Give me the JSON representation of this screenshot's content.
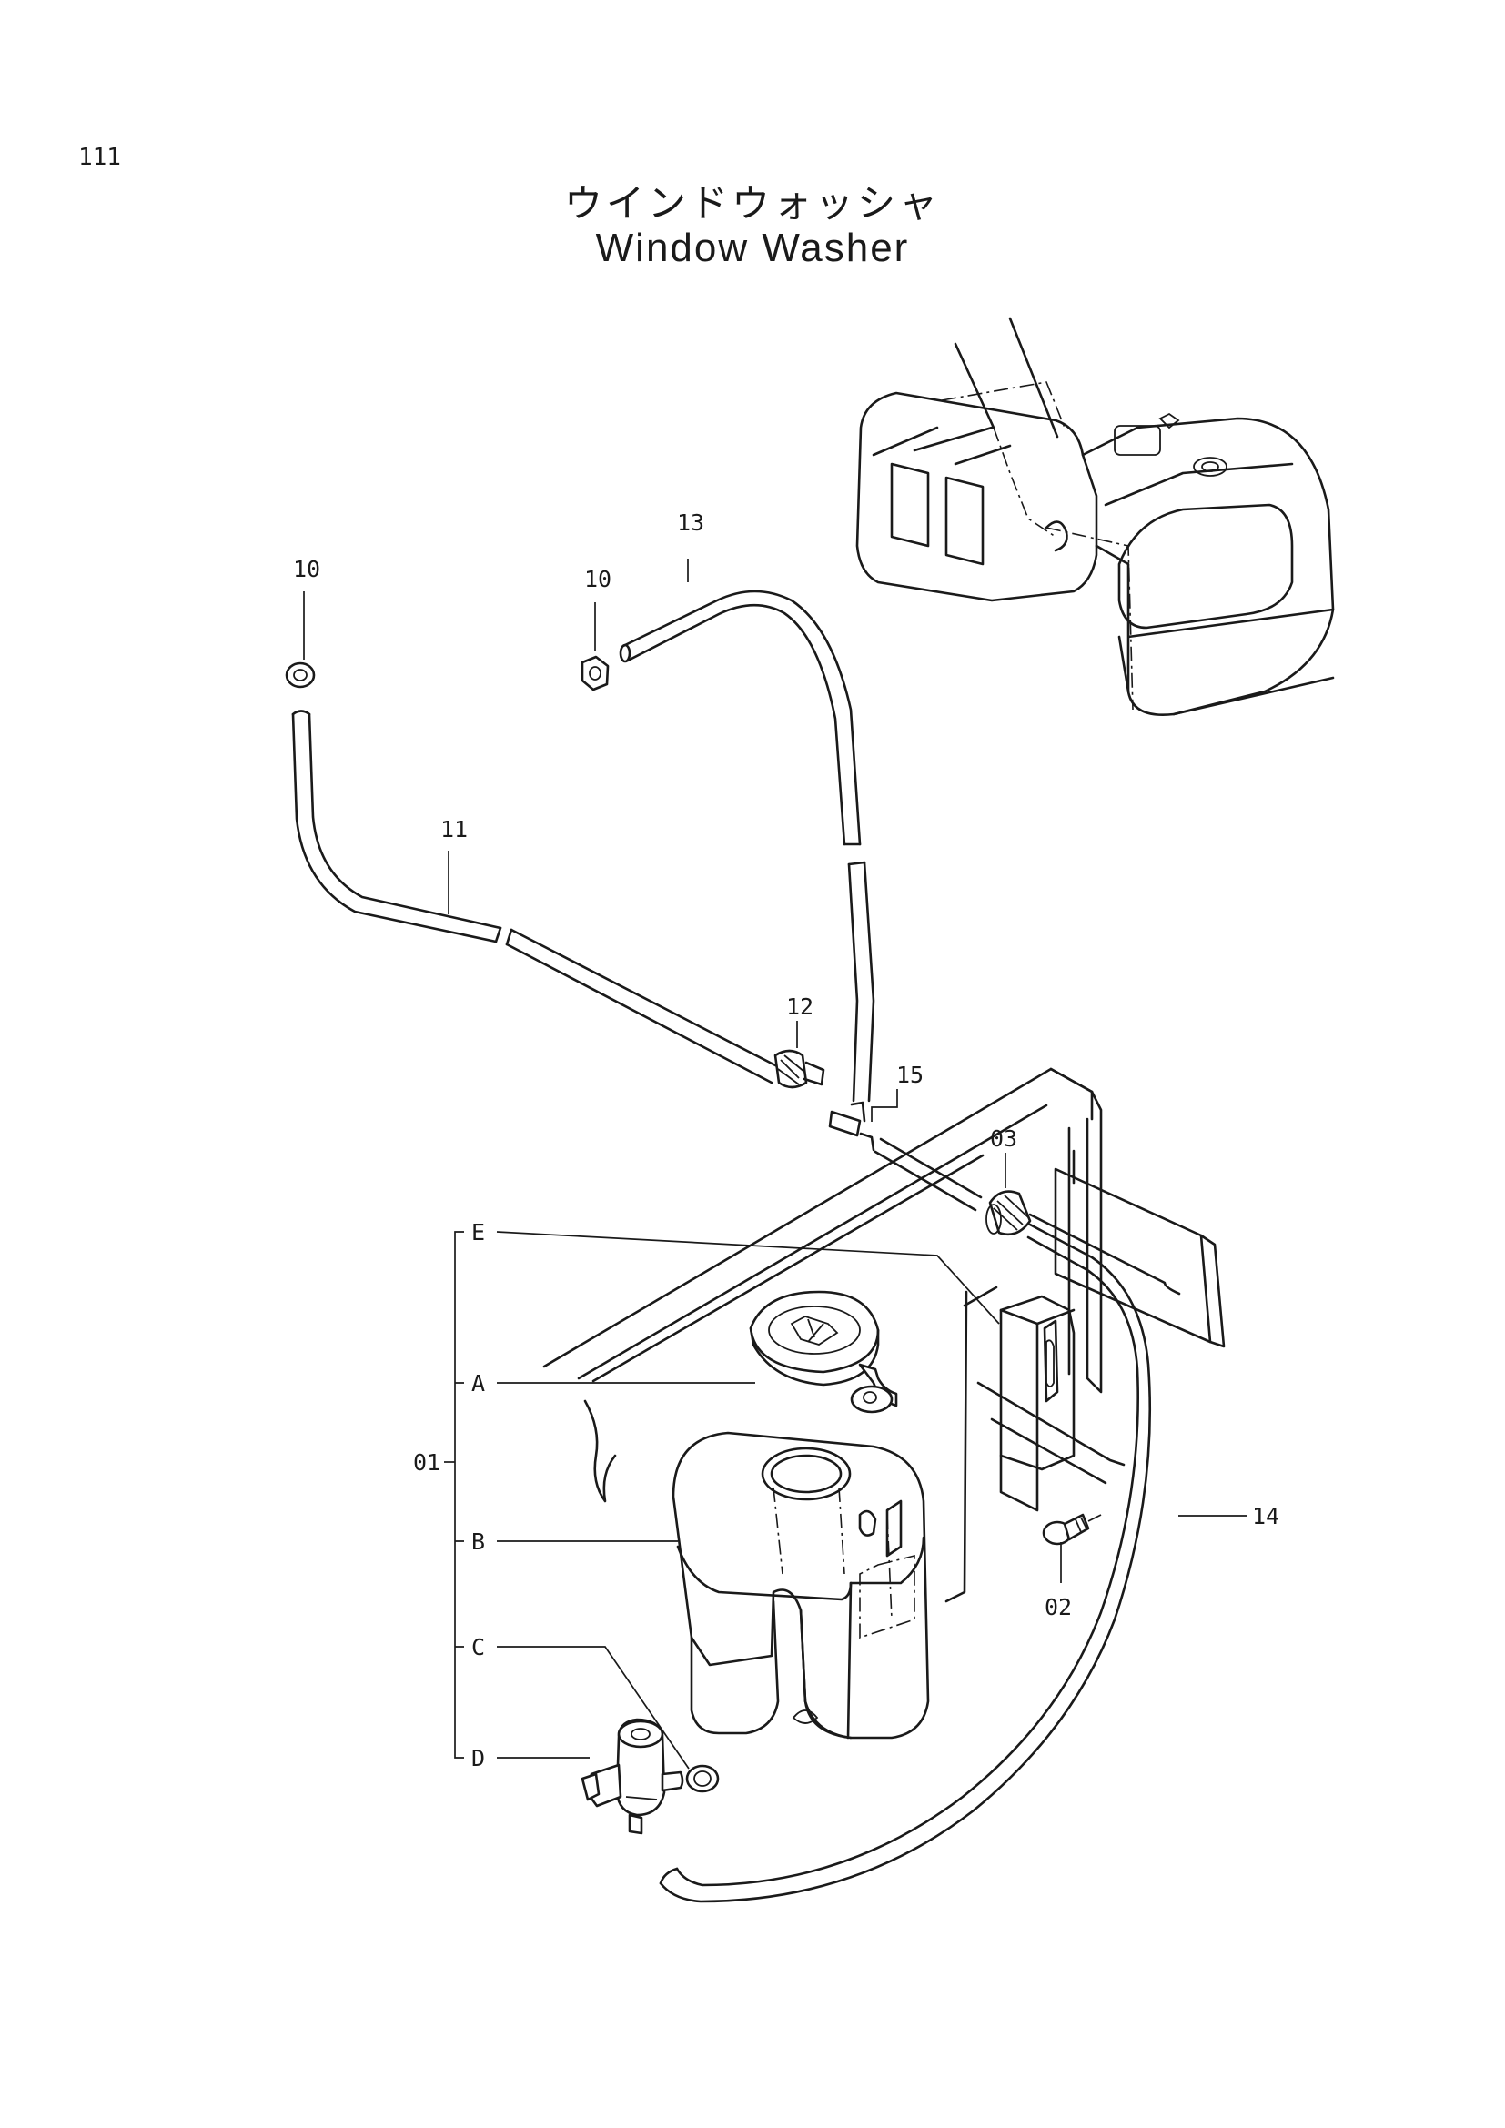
{
  "page_number": "111",
  "title_japanese": "ウインドウォッシャ",
  "title_english": "Window Washer",
  "callouts": {
    "c10a": "10",
    "c10b": "10",
    "c13": "13",
    "c11": "11",
    "c12": "12",
    "c15": "15",
    "c03": "03",
    "cE": "E",
    "cA": "A",
    "c01": "01",
    "cB": "B",
    "cC": "C",
    "cD": "D",
    "c14": "14",
    "c02": "02"
  }
}
